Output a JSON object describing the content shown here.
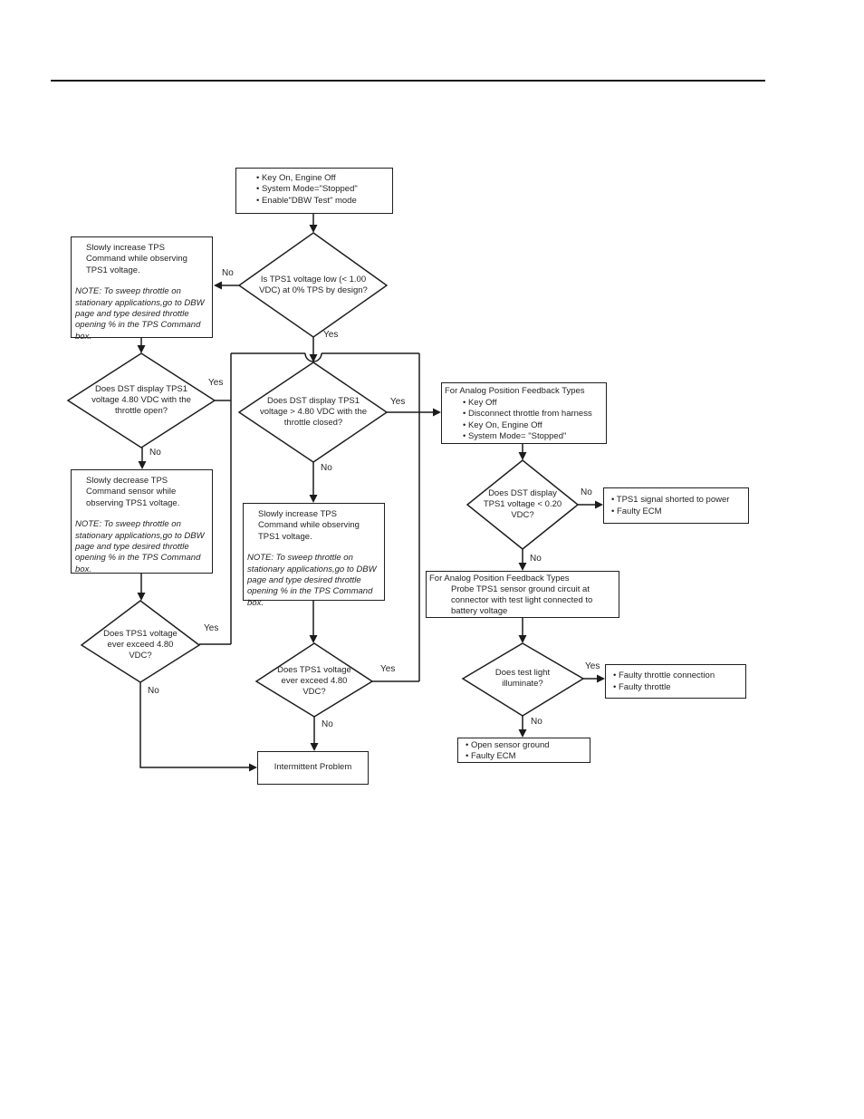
{
  "flowchart": {
    "start_box": {
      "lines": [
        "• Key On, Engine Off",
        "• System Mode=\"Stopped\"",
        "• Enable\"DBW Test\" mode"
      ]
    },
    "decision_tps1_low": {
      "text": "Is TPS1 voltage low (< 1.00 VDC) at 0% TPS by design?",
      "label_no": "No",
      "label_yes": "Yes"
    },
    "box_increase_tps": {
      "text": "Slowly increase TPS Command while observing TPS1 voltage.",
      "note": "NOTE: To sweep throttle on stationary applications,go to DBW page and type desired throttle opening % in the TPS Command box."
    },
    "decision_throttle_open": {
      "text": "Does DST display TPS1 voltage 4.80 VDC with the throttle open?",
      "label_yes": "Yes",
      "label_no": "No"
    },
    "box_decrease_tps": {
      "text": "Slowly decrease TPS Command sensor while observing TPS1 voltage.",
      "note": "NOTE: To sweep throttle on stationary applications,go to DBW page and type desired throttle opening % in the TPS Command box."
    },
    "decision_exceed_left": {
      "text": "Does TPS1 voltage ever exceed 4.80 VDC?",
      "label_yes": "Yes",
      "label_no": "No"
    },
    "decision_throttle_closed": {
      "text": "Does DST display TPS1 voltage > 4.80 VDC with the throttle closed?",
      "label_yes": "Yes",
      "label_no": "No"
    },
    "box_increase_tps_mid": {
      "text": "Slowly increase TPS Command while observing TPS1 voltage.",
      "note": "NOTE: To sweep throttle on stationary applications,go to DBW page and type desired throttle opening % in the TPS Command box."
    },
    "decision_exceed_mid": {
      "text": "Does TPS1 voltage ever exceed 4.80 VDC?",
      "label_yes": "Yes",
      "label_no": "No"
    },
    "box_intermittent": {
      "text": "Intermittent Problem"
    },
    "box_analog_disconnect": {
      "title": "For Analog Position Feedback Types",
      "lines": [
        "• Key Off",
        "• Disconnect throttle from harness",
        "• Key On, Engine Off",
        "• System Mode= \"Stopped\""
      ]
    },
    "decision_voltage_020": {
      "text": "Does DST display TPS1 voltage < 0.20 VDC?",
      "label_no_right": "No",
      "label_no_down": "No"
    },
    "box_shorted_power": {
      "lines": [
        "• TPS1 signal shorted to power",
        "• Faulty ECM"
      ]
    },
    "box_probe_ground": {
      "title": "For Analog Position Feedback Types",
      "text": "Probe TPS1 sensor ground circuit at connector with test light connected to battery voltage"
    },
    "decision_test_light": {
      "text": "Does test light illuminate?",
      "label_yes": "Yes",
      "label_no": "No"
    },
    "box_faulty_throttle": {
      "lines": [
        "• Faulty throttle connection",
        "• Faulty throttle"
      ]
    },
    "box_open_ground": {
      "lines": [
        "• Open sensor ground",
        "• Faulty ECM"
      ]
    }
  }
}
